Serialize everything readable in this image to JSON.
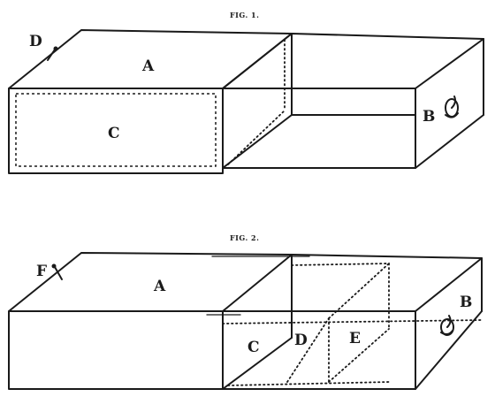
{
  "fig1": {
    "caption": "FIG. 1.",
    "labels": {
      "a": "A",
      "b": "B",
      "c": "C",
      "d": "D"
    }
  },
  "fig2": {
    "caption": "FIG. 2.",
    "labels": {
      "a": "A",
      "b": "B",
      "c": "C",
      "d": "D",
      "e": "E",
      "f": "F"
    }
  }
}
